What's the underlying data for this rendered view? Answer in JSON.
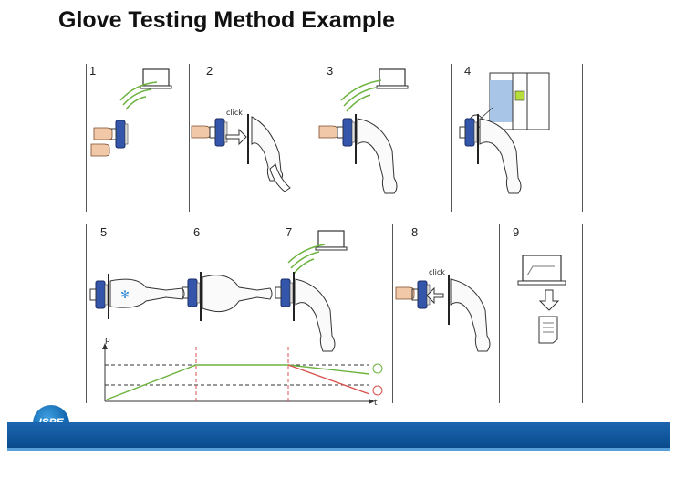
{
  "title": "Glove Testing Method Example",
  "steps": [
    "1",
    "2",
    "3",
    "4",
    "5",
    "6",
    "7",
    "8",
    "9"
  ],
  "click_labels": [
    "click",
    "click"
  ],
  "chart": {
    "y_label": "p",
    "x_label": "t"
  },
  "logo": {
    "text": "ISPE"
  },
  "colors": {
    "footer": "#0a4b8c",
    "glove": "#3355aa",
    "pass": "#6db33f",
    "fail": "#d9534f",
    "marker": "#d9534f"
  }
}
